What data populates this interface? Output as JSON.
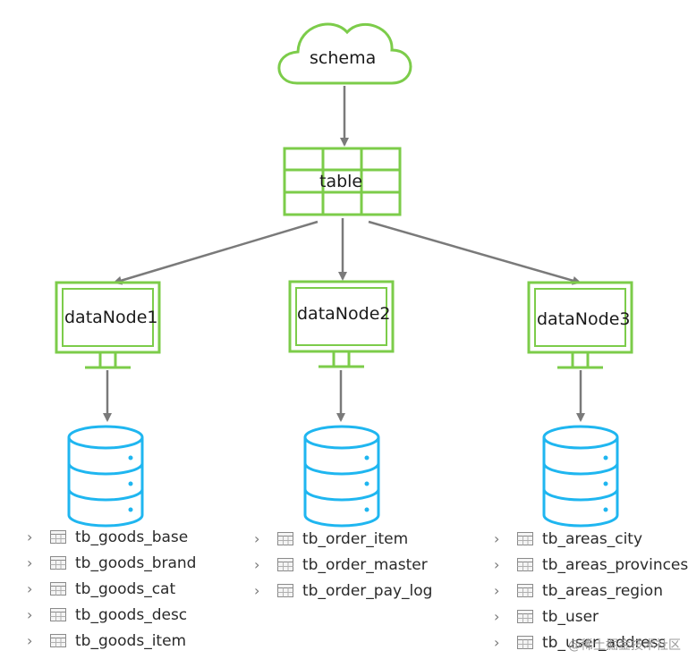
{
  "schema": {
    "label": "schema"
  },
  "table": {
    "label": "table"
  },
  "data_nodes": [
    {
      "label": "dataNode1"
    },
    {
      "label": "dataNode2"
    },
    {
      "label": "dataNode3"
    }
  ],
  "table_groups": [
    {
      "tables": [
        "tb_goods_base",
        "tb_goods_brand",
        "tb_goods_cat",
        "tb_goods_desc",
        "tb_goods_item"
      ]
    },
    {
      "tables": [
        "tb_order_item",
        "tb_order_master",
        "tb_order_pay_log"
      ]
    },
    {
      "tables": [
        "tb_areas_city",
        "tb_areas_provinces",
        "tb_areas_region",
        "tb_user",
        "tb_user_address"
      ]
    }
  ],
  "watermark": "@稀土掘金技术社区",
  "colors": {
    "node_stroke": "#7ccc4a",
    "database_stroke": "#1fb6f0",
    "arrow": "#7a7a7a"
  }
}
